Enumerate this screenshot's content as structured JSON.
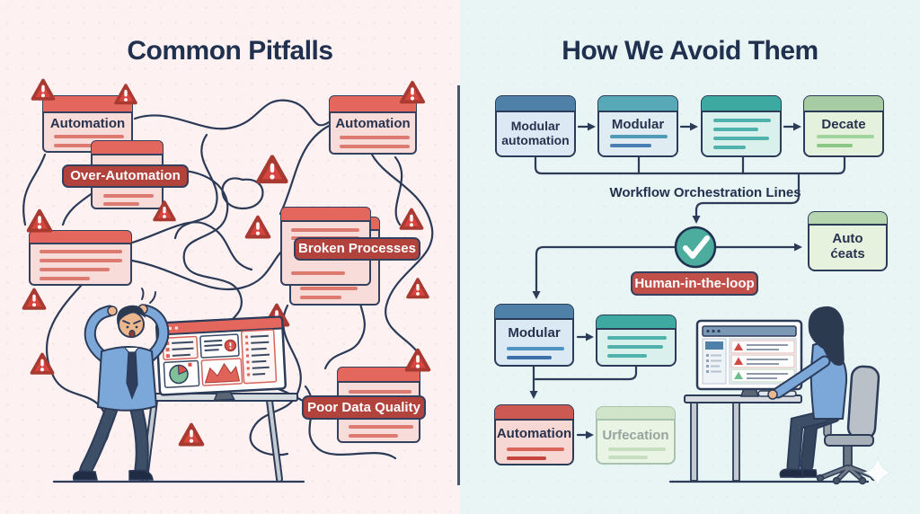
{
  "left_panel": {
    "title": "Common Pitfalls",
    "automation_box_top_left": "Automation",
    "automation_box_top_right": "Automation",
    "over_automation_pill": "Over-Automation",
    "broken_processes_pill": "Broken Processes",
    "poor_data_quality_pill": "Poor Data Quality"
  },
  "right_panel": {
    "title": "How We Avoid Them",
    "flow_top_box1": "Modular automation",
    "flow_top_box2": "Modular",
    "flow_top_box4": "Decate",
    "orchestration_label": "Workflow Orchestration Lines",
    "human_in_the_loop_pill": "Human-in-the-loop",
    "auto_box": "Auto\nćeats",
    "flow_bottom_modular": "Modular",
    "flow_bottom_automation": "Automation",
    "flow_bottom_verification": "Urfecation"
  },
  "colors": {
    "left_background": "#fdf2f1",
    "right_background": "#e9f4f4",
    "title_text": "#20304f",
    "alert_red": "#d8453e",
    "pill_red": "#b2423c",
    "box_red_header": "#e4675e",
    "box_pink_body": "#f8dcd9",
    "blue_header": "#4e80a8",
    "teal_header": "#3ea9a1",
    "green_header": "#a7cba2",
    "check_circle_teal": "#4cac9d",
    "outline_navy": "#2c3b58"
  }
}
